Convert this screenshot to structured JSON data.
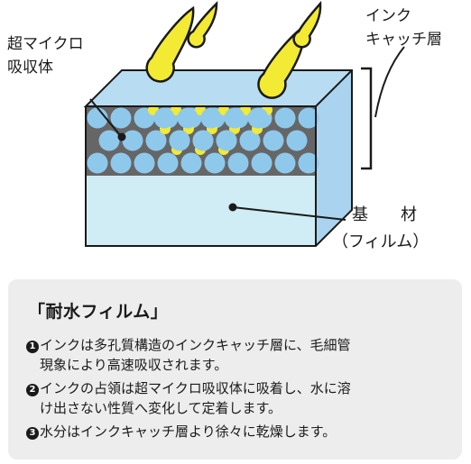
{
  "diagram": {
    "label_micro_absorber": [
      "超マイクロ",
      "吸収体"
    ],
    "label_ink_catch_layer": [
      "インク",
      "キャッチ層"
    ],
    "label_base_material": [
      "基　　材",
      "（フィルム）"
    ]
  },
  "panel": {
    "title": "「耐水フィルム」",
    "notes": [
      {
        "marker": "1",
        "lines": [
          "インクは多孔質構造のインクキャッチ層に、毛細管",
          "現象により高速吸収されます。"
        ]
      },
      {
        "marker": "2",
        "lines": [
          "インクの占領は超マイクロ吸収体に吸着し、水に溶",
          "け出さない性質へ変化して定着します。"
        ]
      },
      {
        "marker": "3",
        "lines": [
          "水分はインクキャッチ層より徐々に乾燥します。"
        ]
      }
    ]
  },
  "colors": {
    "sky": "#b8dcf2",
    "sphere": "#8ec9ec",
    "pore": "#666666",
    "ink": "#f2ea33",
    "base": "#d0ecf4",
    "panel_bg": "#ededed"
  }
}
